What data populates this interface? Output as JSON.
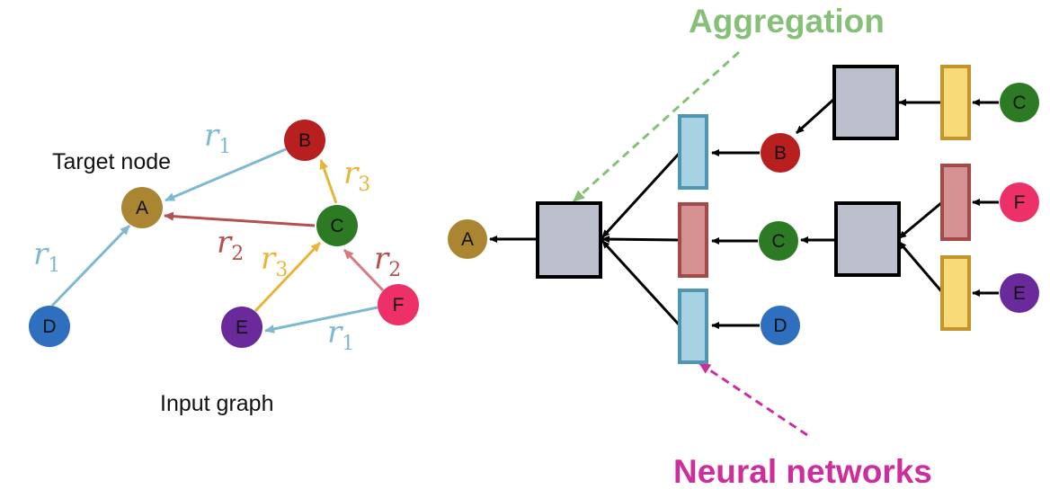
{
  "colors": {
    "A": "#ab8632",
    "B": "#b81f1f",
    "C": "#2d7a25",
    "D": "#2f6fc0",
    "E": "#6a2a9c",
    "F": "#ee3068",
    "r1": "#7fb8d0",
    "r2": "#b55050",
    "r3": "#e7b538",
    "aggregation": "#86bf78",
    "neural": "#cc2f9c",
    "agg_box_fill": "#bcc0cc",
    "nn_blue_fill": "#a7d2e4",
    "nn_blue_stroke": "#4f95b4",
    "nn_red_fill": "#d59191",
    "nn_red_stroke": "#a54848",
    "nn_yellow_fill": "#f8d978",
    "nn_yellow_stroke": "#c2952c"
  },
  "input_graph": {
    "caption": "Input graph",
    "target_label": "Target node",
    "nodes": {
      "A": "A",
      "B": "B",
      "C": "C",
      "D": "D",
      "E": "E",
      "F": "F"
    },
    "relations": {
      "r1": {
        "main": "r",
        "sub": "1"
      },
      "r2": {
        "main": "r",
        "sub": "2"
      },
      "r3": {
        "main": "r",
        "sub": "3"
      }
    }
  },
  "computation_graph": {
    "aggregation_label": "Aggregation",
    "neural_networks_label": "Neural networks",
    "nodes": {
      "A": "A",
      "B": "B",
      "C1": "C",
      "D": "D",
      "C2": "C",
      "F": "F",
      "E": "E"
    }
  }
}
